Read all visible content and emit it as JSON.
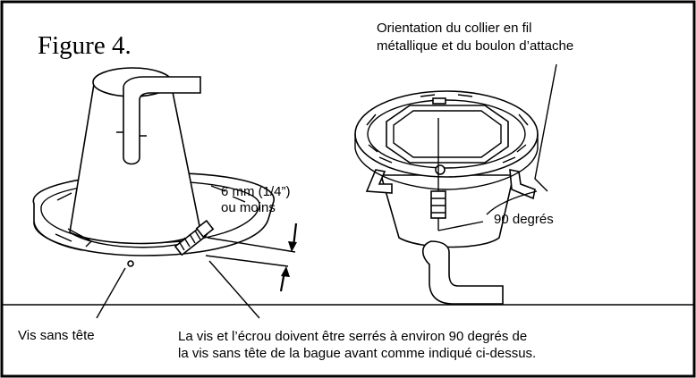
{
  "figure": {
    "title": "Figure 4.",
    "orientation_label": [
      "Orientation du collier en fil",
      "métallique et du boulon d’attache"
    ],
    "gap_label": [
      "6 mm (1/4”)",
      "ou moins"
    ],
    "angle_label": "90 degrés",
    "setscrew_label": "Vis sans tête",
    "instruction": [
      "La vis et l’écrou doivent être serrés à environ 90 degrés de",
      "la vis sans tête de la bague avant comme indiqué ci-dessus."
    ]
  },
  "colors": {
    "line": "#000000",
    "background": "#ffffff"
  }
}
